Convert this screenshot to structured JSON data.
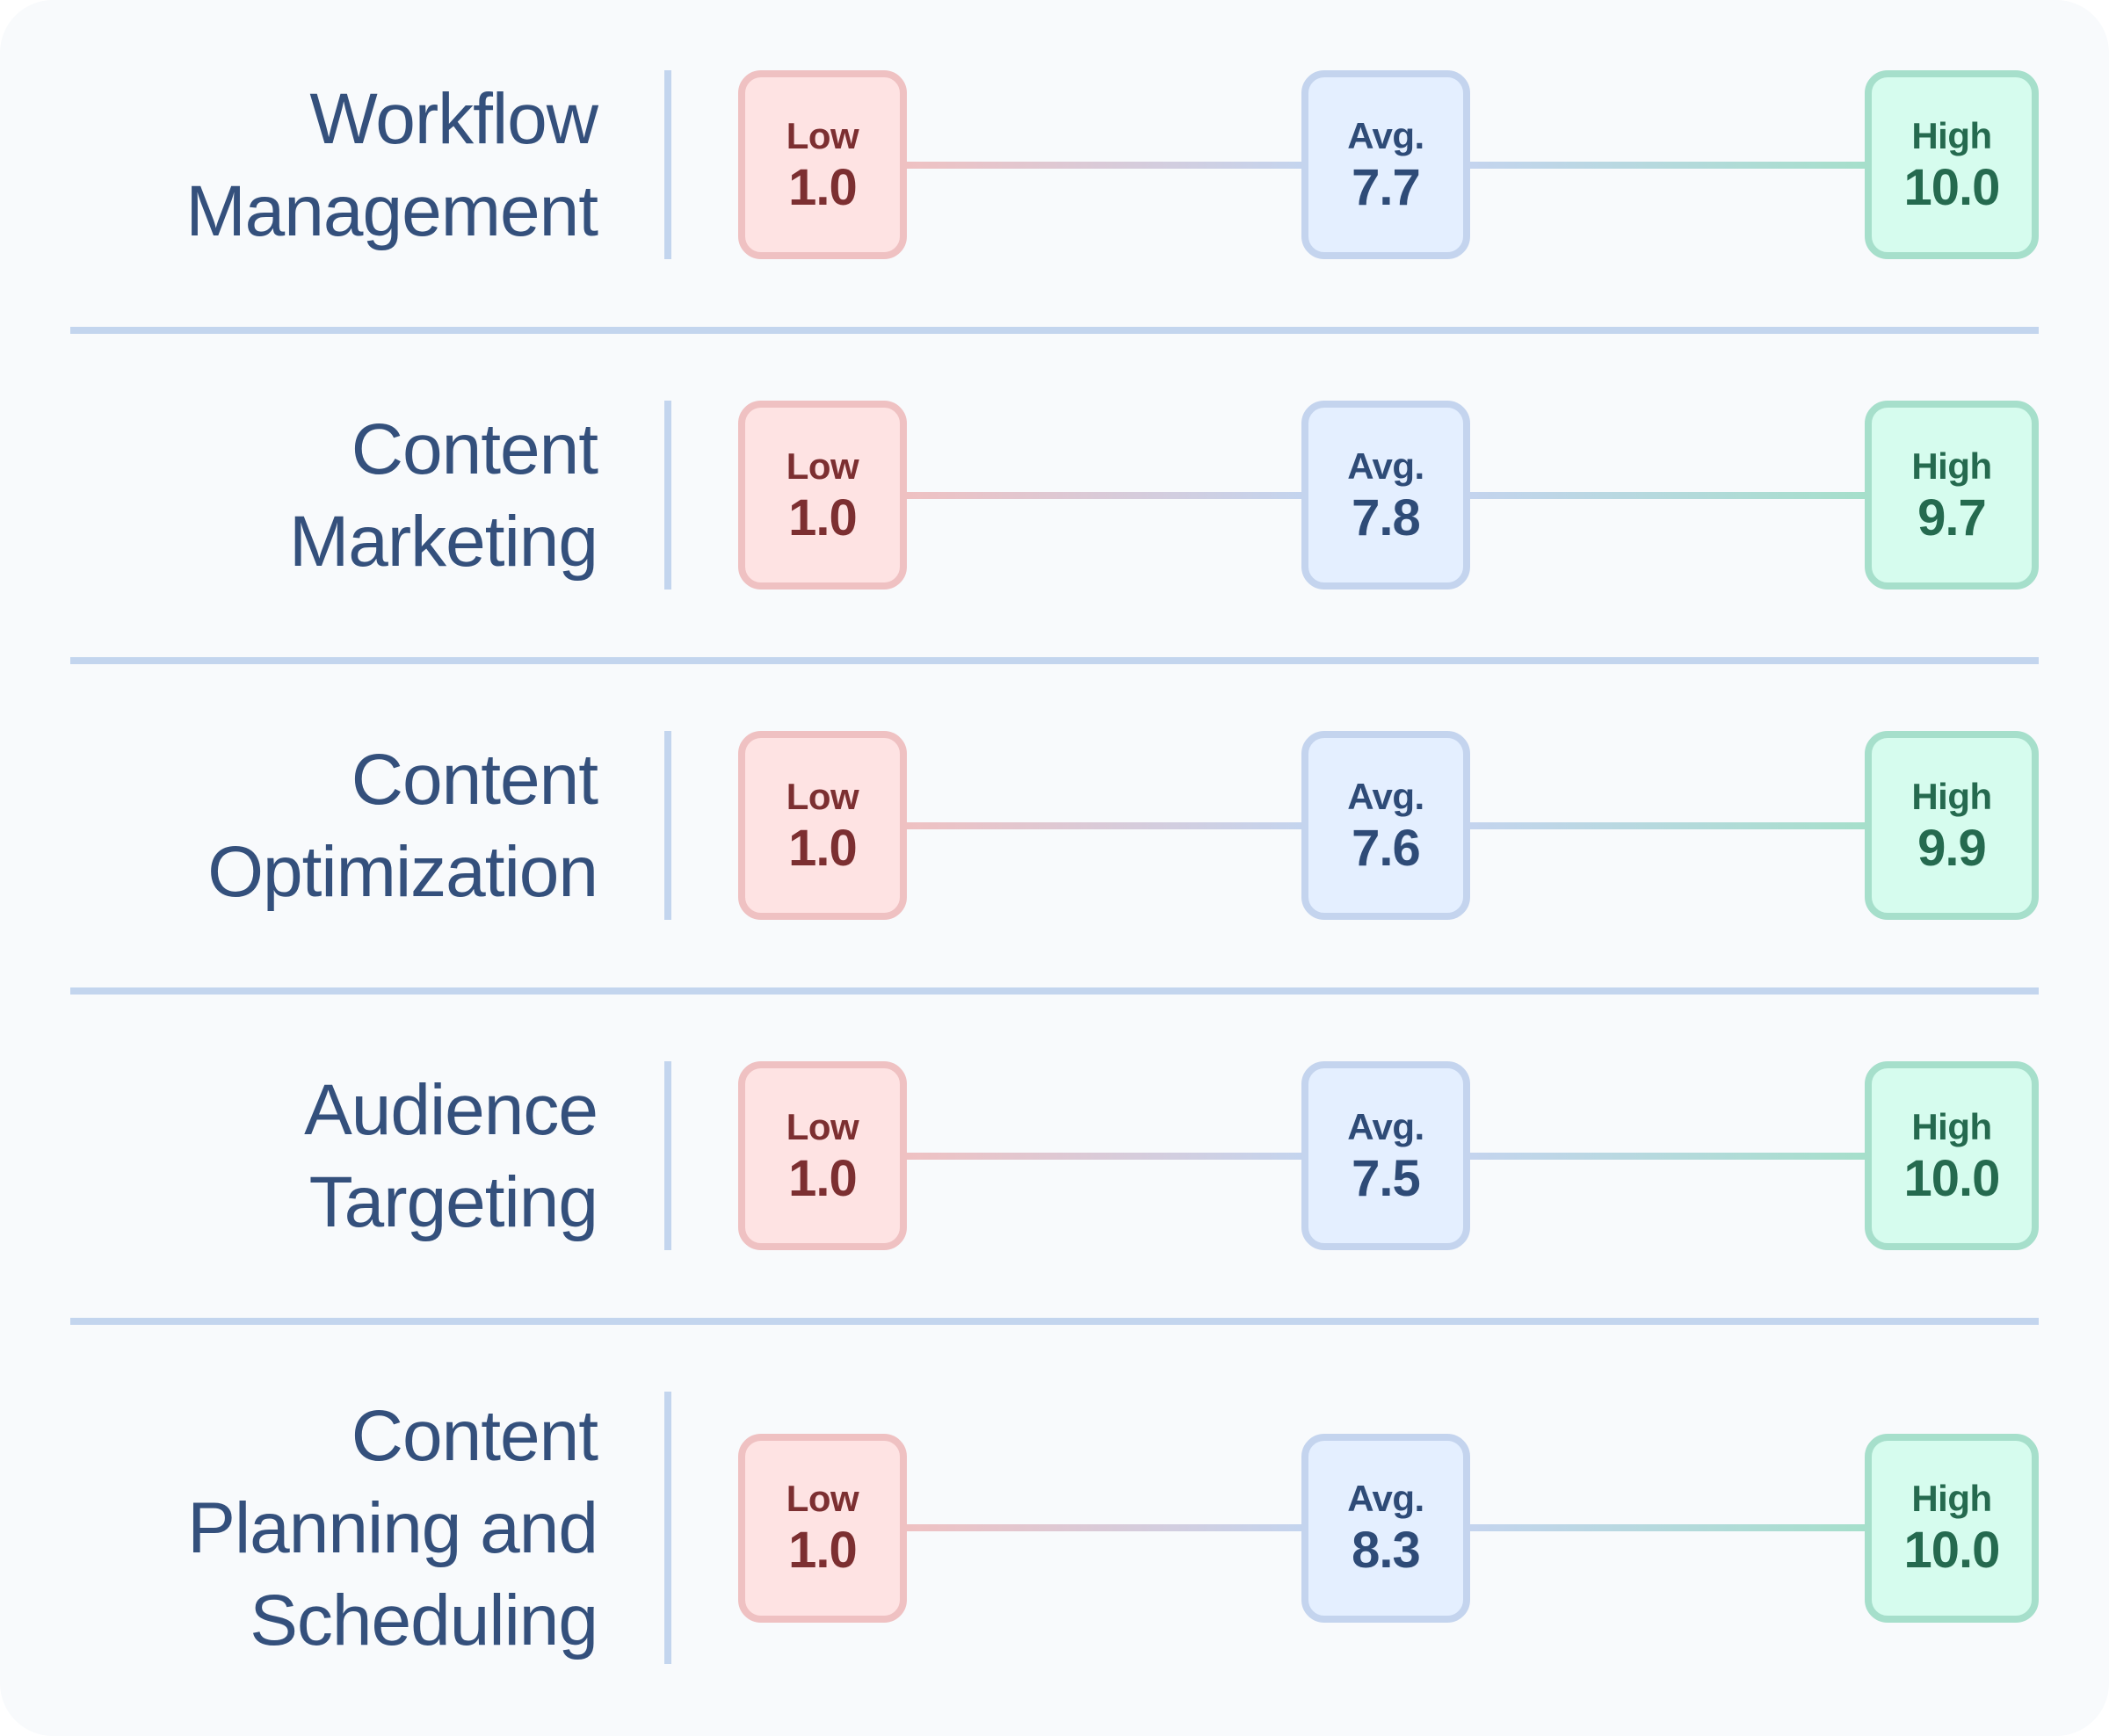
{
  "chart_data": {
    "type": "table",
    "title": "",
    "description": "Range plot showing Low / Avg. / High scores per category",
    "columns": [
      "Category",
      "Low",
      "Avg.",
      "High"
    ],
    "categories": [
      "Workflow Management",
      "Content Marketing",
      "Content Optimization",
      "Audience Targeting",
      "Content Planning and Scheduling"
    ],
    "series": [
      {
        "name": "Low",
        "values": [
          1.0,
          1.0,
          1.0,
          1.0,
          1.0
        ]
      },
      {
        "name": "Avg.",
        "values": [
          7.7,
          7.8,
          7.6,
          7.5,
          8.3
        ]
      },
      {
        "name": "High",
        "values": [
          10.0,
          9.7,
          9.9,
          10.0,
          10.0
        ]
      }
    ],
    "colors": {
      "low_border": "#efc1c2",
      "low_fill": "#fee3e3",
      "low_text": "#7c2f31",
      "avg_border": "#c4d4ee",
      "avg_fill": "#e4efff",
      "avg_text": "#2e4b77",
      "high_border": "#a6dfcb",
      "high_fill": "#d6fcee",
      "high_text": "#256a4f",
      "label_text": "#34507c",
      "separator": "#c3d5ee",
      "background": "#f8fafc"
    }
  },
  "labels": {
    "low": "Low",
    "avg": "Avg.",
    "high": "High"
  },
  "rows": [
    {
      "category_lines": [
        "Workflow",
        "Management"
      ],
      "low": "1.0",
      "avg": "7.7",
      "high": "10.0"
    },
    {
      "category_lines": [
        "Content",
        "Marketing"
      ],
      "low": "1.0",
      "avg": "7.8",
      "high": "9.7"
    },
    {
      "category_lines": [
        "Content",
        "Optimization"
      ],
      "low": "1.0",
      "avg": "7.6",
      "high": "9.9"
    },
    {
      "category_lines": [
        "Audience",
        "Targeting"
      ],
      "low": "1.0",
      "avg": "7.5",
      "high": "10.0"
    },
    {
      "category_lines": [
        "Content",
        "Planning and",
        "Scheduling"
      ],
      "low": "1.0",
      "avg": "8.3",
      "high": "10.0"
    }
  ]
}
